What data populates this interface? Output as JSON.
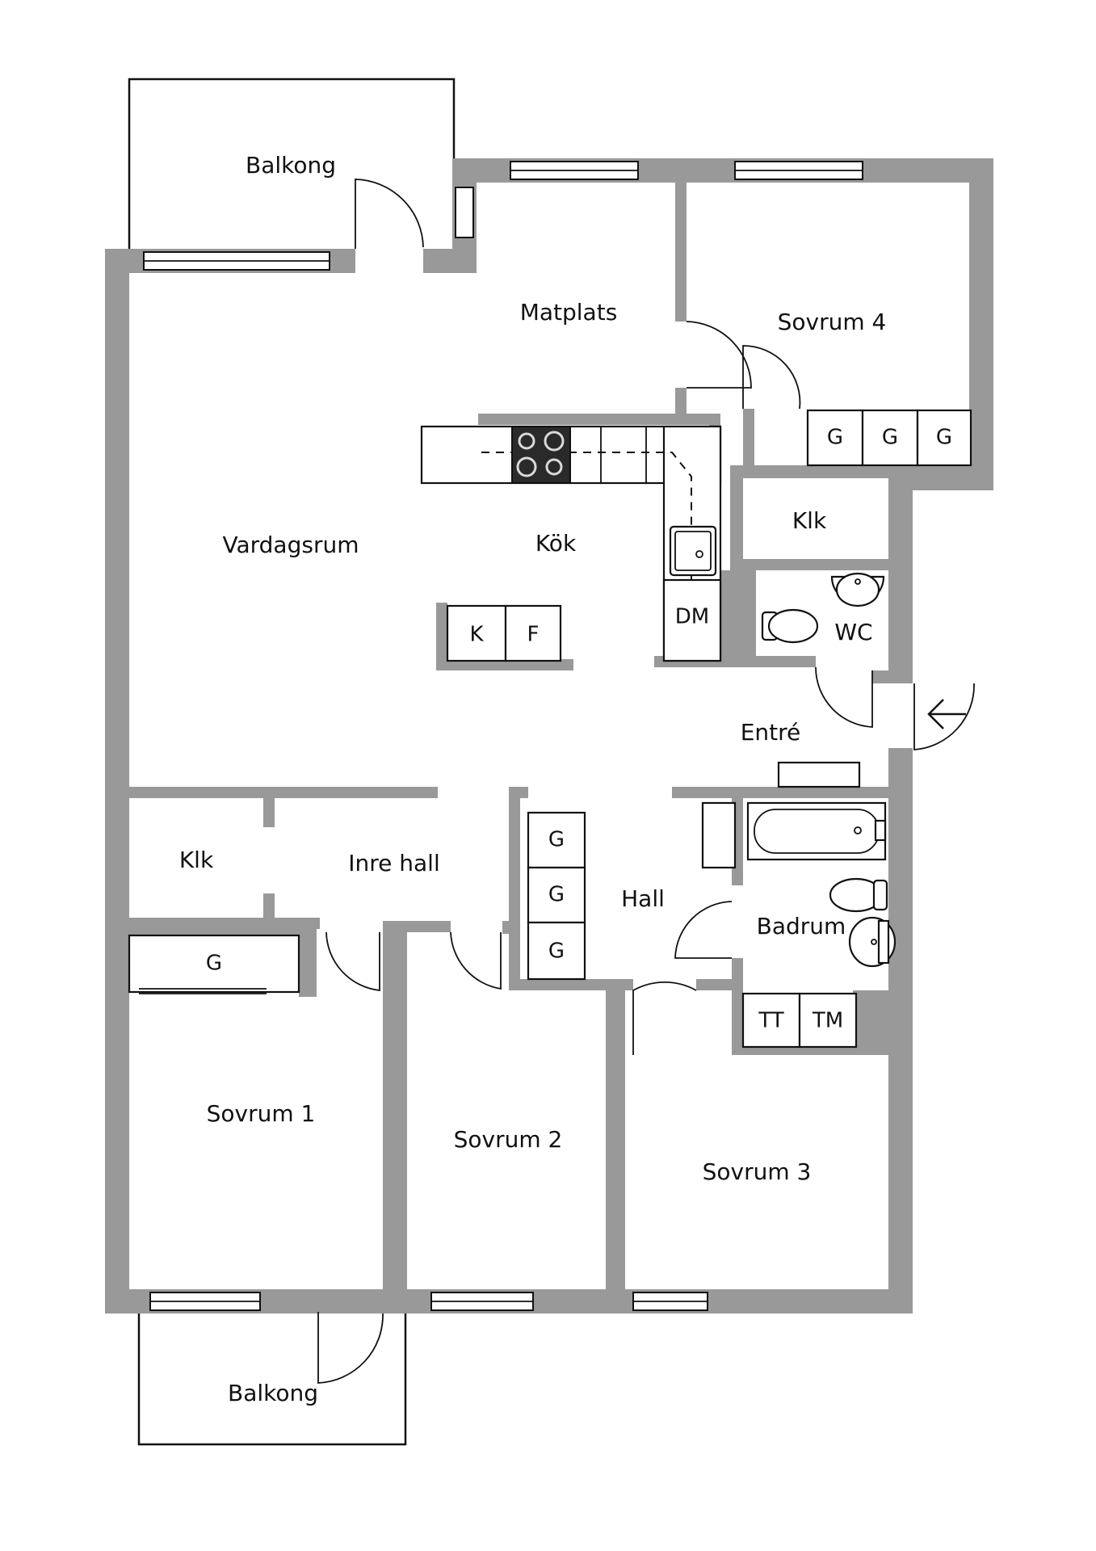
{
  "rooms": {
    "balkong_top": "Balkong",
    "matplats": "Matplats",
    "sovrum4": "Sovrum 4",
    "vardagsrum": "Vardagsrum",
    "kok": "Kök",
    "klk_right": "Klk",
    "wc": "WC",
    "entre": "Entré",
    "klk_left": "Klk",
    "inre_hall": "Inre hall",
    "hall": "Hall",
    "badrum": "Badrum",
    "sovrum1": "Sovrum 1",
    "sovrum2": "Sovrum 2",
    "sovrum3": "Sovrum 3",
    "balkong_bottom": "Balkong"
  },
  "fixtures": {
    "kyl": "K",
    "frys": "F",
    "diskmaskin": "DM",
    "tvattmaskin": "TT",
    "torktumlare": "TM",
    "garderob": "G"
  },
  "icons": {
    "entrance": "arrow-left-icon"
  }
}
